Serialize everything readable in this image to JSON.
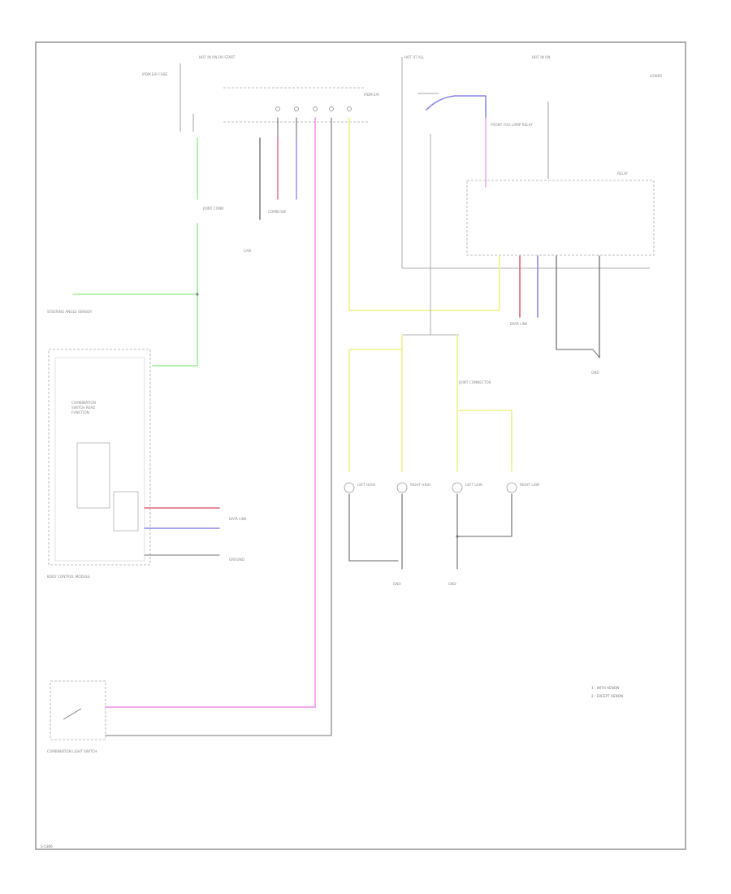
{
  "diagram": {
    "top_fuse_box_label": "HOT IN ON OR START",
    "top_fuse_desc": "IPDM E/R FUSE",
    "ipdm_label": "IPDM E/R",
    "bcm_label": "BODY CONTROL MODULE",
    "combination_switch_label": "COMBINATION LIGHT SWITCH",
    "front_fog_relay_label": "FRONT FOG LAMP RELAY",
    "steering_angle_label": "STEERING ANGLE SENSOR",
    "ecm_label": "CAN",
    "junction_label": "JOINT CONNECTOR",
    "lamp_left_high": "LEFT HIGH",
    "lamp_right_high": "RIGHT HIGH",
    "lamp_left_low": "LEFT LOW",
    "lamp_right_low": "RIGHT LOW",
    "ground_1": "GND",
    "ground_2": "GND",
    "ground_3": "GND",
    "ground_4": "GND",
    "legend_1": "1 : WITH XENON",
    "legend_2": "2 : EXCEPT XENON",
    "footer_code": "S-5366"
  }
}
